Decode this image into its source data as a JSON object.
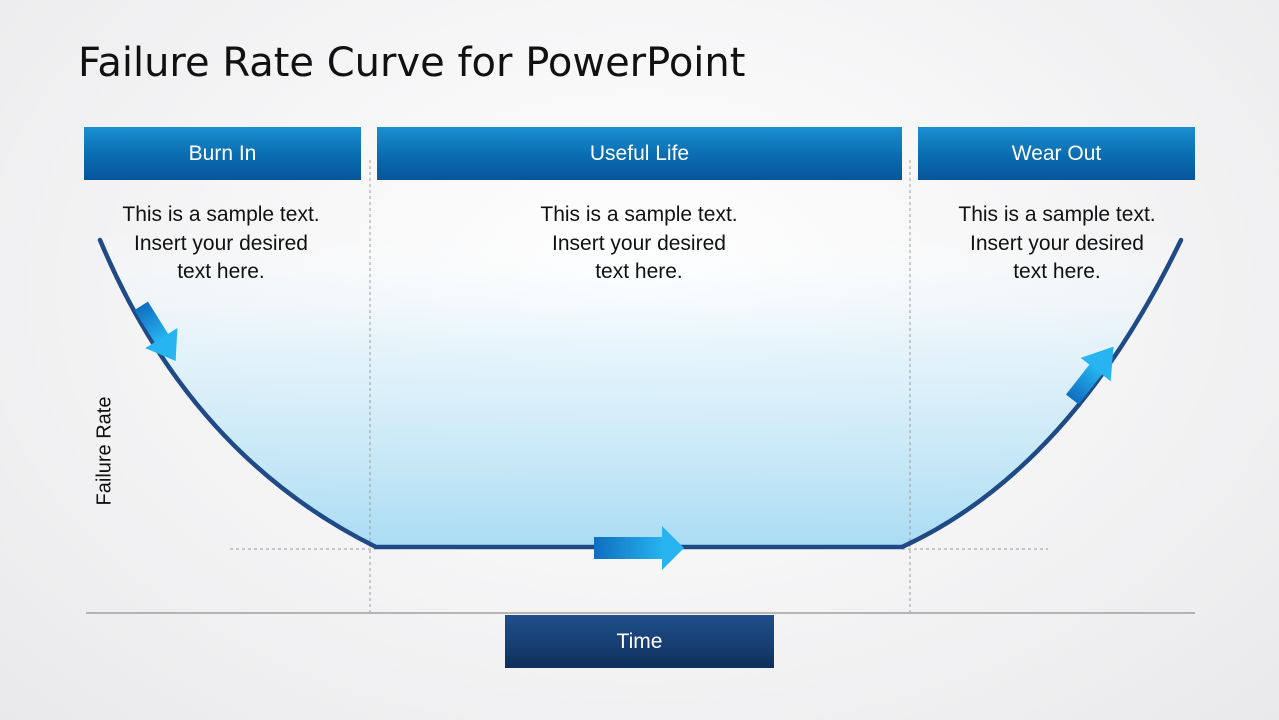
{
  "title": "Failure Rate Curve for PowerPoint",
  "phases": [
    {
      "label": "Burn In",
      "text_lines": [
        "This is a sample text.",
        "Insert your desired",
        "text here."
      ]
    },
    {
      "label": "Useful Life",
      "text_lines": [
        "This is a sample text.",
        "Insert your desired",
        "text here."
      ]
    },
    {
      "label": "Wear Out",
      "text_lines": [
        "This is a sample text.",
        "Insert your desired",
        "text here."
      ]
    }
  ],
  "y_axis_label": "Failure Rate",
  "x_axis_label": "Time",
  "colors": {
    "header_blue": "#0a6cb0",
    "curve": "#1f4a86",
    "fill_light_blue": "#b3e0f4",
    "arrow_blue": "#1aa3e8",
    "time_box": "#173f73"
  },
  "icons": [
    "down-right-arrow-icon",
    "right-arrow-icon",
    "up-right-arrow-icon"
  ]
}
